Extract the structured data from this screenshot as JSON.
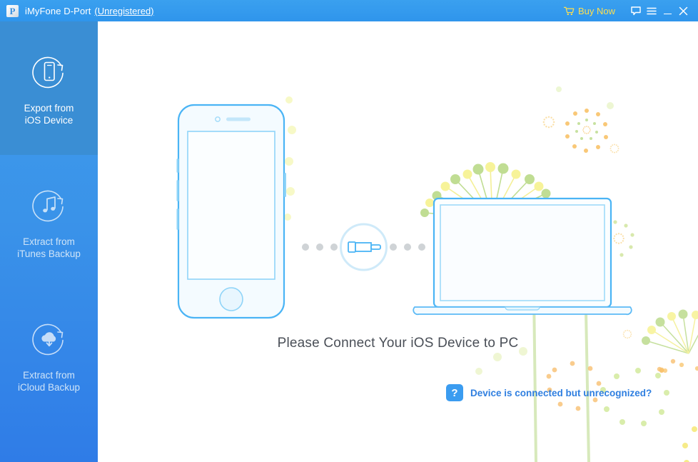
{
  "window": {
    "logo_letter": "P",
    "title": "iMyFone D-Port",
    "registration": "(Unregistered)",
    "buy_now": "Buy Now",
    "icons": {
      "cart": "cart-icon",
      "feedback": "feedback-icon",
      "menu": "hamburger-menu-icon",
      "minimize": "minimize-icon",
      "close": "close-icon"
    }
  },
  "sidebar": {
    "items": [
      {
        "label_line1": "Export from",
        "label_line2": "iOS Device",
        "icon": "phone-refresh-icon",
        "active": true
      },
      {
        "label_line1": "Extract from",
        "label_line2": "iTunes Backup",
        "icon": "music-refresh-icon",
        "active": false
      },
      {
        "label_line1": "Extract from",
        "label_line2": "iCloud Backup",
        "icon": "cloud-download-refresh-icon",
        "active": false
      }
    ]
  },
  "main": {
    "headline": "Please Connect Your iOS Device to PC",
    "help_badge": "?",
    "help_link": "Device is connected but unrecognized?",
    "illustration": {
      "phone": "iphone-outline",
      "laptop": "laptop-outline",
      "connector": "usb-connector-icon"
    }
  },
  "colors": {
    "titlebar_blue": "#3499ed",
    "sidebar_blue": "#3a93e9",
    "sidebar_active": "#3a8ed4",
    "buy_now_yellow": "#ffdf4f",
    "link_blue": "#2f7fe0",
    "badge_blue": "#3b9cf0",
    "headline_gray": "#4a4f57",
    "outline_blue": "#4ab4f5",
    "deco_green": "#a8d06a",
    "deco_yellow": "#f5ef72",
    "deco_orange": "#f7b64a"
  }
}
